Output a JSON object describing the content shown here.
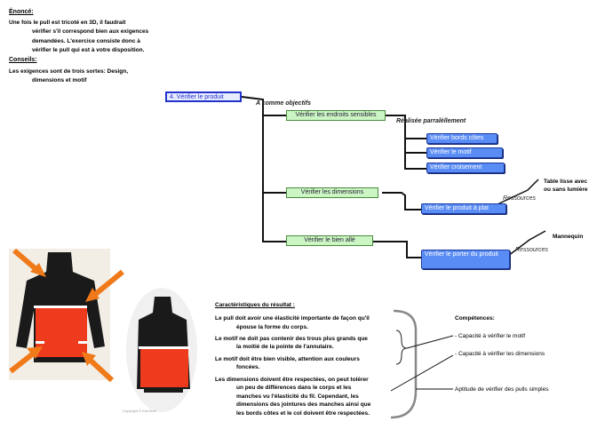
{
  "enonce": {
    "title": "Énoncé:",
    "text_line1": "Une fois le pull est tricoté en 3D, il faudrait",
    "text_line2": "vérifier s'il correspond bien aux exigences",
    "text_line3": "demandées. L'exercice consiste donc à",
    "text_line4": "vérifier le pull qui est à votre disposition."
  },
  "conseils": {
    "title": "Conseils:",
    "text_line1": "Les exigences sont de trois sortes: Design,",
    "text_line2": "dimensions et motif"
  },
  "mindmap": {
    "root": "4. Vérifier le produit",
    "objectifs_label": "A comme objectifs",
    "parallel_label": "Réalisée parralèllement",
    "branches": [
      "Vérifier les endroits sensibles",
      "Vérifier les dimensions",
      "Vérifier le bien allé"
    ],
    "sub_items": [
      "Vérifier bords côtes",
      "Vérifier le motif",
      "Vérifier croisement"
    ],
    "plat_item": "Vérifier le produit à plat",
    "porter_item": "Vérifier le porter du produit",
    "ressources_label": "Ressources",
    "table_note_line1": "Table lisse avec",
    "table_note_line2": "ou sans lumière",
    "mannequin": "Mannequin"
  },
  "resultat": {
    "title": "Caractéristiques du résultat :",
    "p1_line1": "Le pull doit avoir une élasticité importante de façon qu'il",
    "p1_line2": "épouse la forme du corps.",
    "p2_line1": "Le motif ne doit pas contenir des trous plus grands que",
    "p2_line2": "la moitié de la pointe de l'annulaire.",
    "p3_line1": "Le motif doit être bien visible, attention aux couleurs",
    "p3_line2": "foncées.",
    "p4_line1": "Les dimensions doivent être respectées, on peut tolérer",
    "p4_line2": "un peu de différences dans le corps et les",
    "p4_line3": "manches vu l'élasticité du fil. Cependant, les",
    "p4_line4": "dimensions des jointures des manches ainsi que",
    "p4_line5": "les bords côtes et le col doivent être respectées."
  },
  "competences": {
    "title": "Compétences:",
    "item1": "- Capacité à vérifier le motif",
    "item2": "- Capacité à vérifier les dimensions",
    "aptitude": "Aptitude de vérifier des pulls simples"
  },
  "photo": {
    "copyright": "Copyright © EduTech"
  },
  "colors": {
    "sweater_red": "#ee3b1e",
    "sweater_black": "#1a1a1a",
    "arrow_orange": "#f07a1a",
    "node_blue": "#5a8cf5",
    "node_green": "#ccf5c4"
  }
}
